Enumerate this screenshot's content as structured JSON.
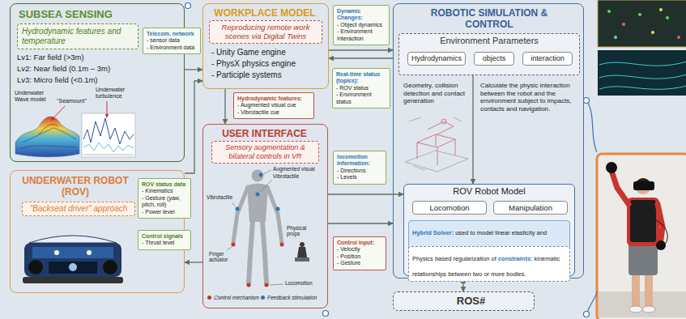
{
  "diagram": {
    "nodes": [
      {
        "text": [
          "SUBSEA SENSING",
          "Lv1: Far field (>3m)",
          "Lv2: Near field (0.1m – 3m)",
          "Lv3: Micro field (<0.1m)"
        ]
      },
      {
        "text": [
          "Hydrodynamic features and temperature"
        ],
        "in": 0
      },
      {
        "text": [
          "Telecom. network",
          "- sensor data",
          "- Environment data"
        ]
      },
      {
        "text": [
          "WORKPLACE MODEL",
          "- Unity Game engine",
          "- PhysX physics engine",
          "- Participle systems"
        ]
      },
      {
        "text": [
          "Reproducing remote work scenes via Digital Twins"
        ],
        "in": 3
      },
      {
        "text": [
          "Dynamic Changes:",
          "- Object dynamics",
          "- Environment Interaction"
        ]
      },
      {
        "text": [
          "Real-time status (topics):",
          "- ROV status",
          "- Environment status"
        ]
      },
      {
        "text": [
          "ROBOTIC SIMULATION & CONTROL",
          "Geometry, collision detection and contact generation",
          "Calculate the physic interaction between the robot and the environment subject to impacts, contacts and navigation."
        ]
      },
      {
        "text": [
          "Environment Parameters"
        ],
        "in": 7
      },
      {
        "text": [
          "Hydrodynamics"
        ],
        "in": 8
      },
      {
        "text": [
          "objects"
        ],
        "in": 8
      },
      {
        "text": [
          "interaction"
        ],
        "in": 8
      },
      {
        "text": [
          "ROV Robot Model"
        ],
        "in": 7
      },
      {
        "text": [
          "Locomotion"
        ],
        "in": 12
      },
      {
        "text": [
          "Manipulation"
        ],
        "in": 12
      },
      {
        "text": [
          "Hybrid Solver:",
          "used to model linear elasticity and hydrodynamics."
        ],
        "in": 12
      },
      {
        "text": [
          "Physics based regularization of",
          "constraints:",
          "kinematic relationships between two or more bodies."
        ],
        "in": 12
      },
      {
        "text": [
          "Hydrodynamic features:",
          "- Augmented visual cue",
          "- Vibrotactile cue"
        ]
      },
      {
        "text": [
          "USER INTERFACE"
        ]
      },
      {
        "text": [
          "Sensory augmentation & bilateral controls in VR"
        ],
        "in": 18
      },
      {
        "text": [
          "locomotion information:",
          "- Directions",
          "- Levels"
        ]
      },
      {
        "text": [
          "Control input:",
          "- Velocity",
          "- Position",
          "- Gesture"
        ]
      },
      {
        "text": [
          "UNDERWATER ROBOT (ROV)"
        ]
      },
      {
        "text": [
          "\"Backseat driver\" approach"
        ],
        "in": 22
      },
      {
        "text": [
          "ROV status data",
          "- Kinematics",
          "- Gesture (yaw, pitch, roll)",
          "- Power level"
        ]
      },
      {
        "text": [
          "Control signals",
          "- Thrust level"
        ]
      },
      {
        "text": [
          "ROS#"
        ]
      }
    ],
    "edges": [
      {
        "from": 0,
        "to": 3,
        "arrow": "to"
      },
      {
        "from": 22,
        "to": 3,
        "arrow": "to"
      },
      {
        "from": 18,
        "to": 22,
        "arrow": "to"
      },
      {
        "from": 3,
        "to": 7,
        "arrow": "to"
      },
      {
        "from": 7,
        "to": 3,
        "arrow": "to"
      },
      {
        "from": 3,
        "to": 18,
        "arrow": "to"
      },
      {
        "from": 18,
        "to": 12,
        "arrow": "to"
      },
      {
        "from": 18,
        "to": 7,
        "arrow": "to"
      },
      {
        "from": 8,
        "to": 12,
        "arrow": "to"
      },
      {
        "from": 7,
        "to": 26,
        "arrow": "both"
      }
    ],
    "labels": [
      "Underwater Wave model",
      "\"Seamount\"",
      "Underwater turbulence",
      "Augmented visual",
      "Vibrotactile",
      "Vibrotactile",
      "Finger actuator",
      "Physical props",
      "Locomotion"
    ],
    "legend": [
      {
        "text": "Control mechanism",
        "color": "#c0392b"
      },
      {
        "text": "Feedback stimulation",
        "color": "#2e75b6"
      }
    ]
  }
}
